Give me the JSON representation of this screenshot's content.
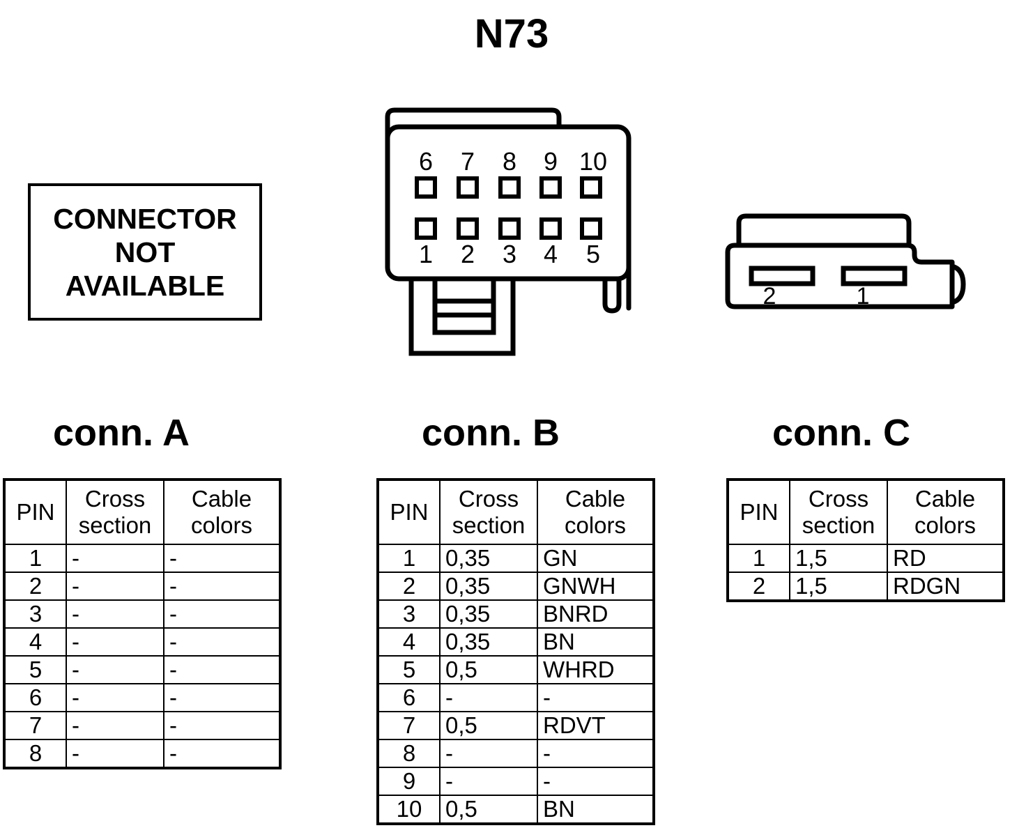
{
  "title": "N73",
  "graphics": {
    "not_available_box": {
      "lines": [
        "CONNECTOR",
        "NOT",
        "AVAILABLE"
      ]
    },
    "connector_b": {
      "type": "10-pin-connector",
      "top_row_labels": [
        "6",
        "7",
        "8",
        "9",
        "10"
      ],
      "bottom_row_labels": [
        "1",
        "2",
        "3",
        "4",
        "5"
      ]
    },
    "connector_c": {
      "type": "2-pin-connector",
      "slot_labels": [
        "2",
        "1"
      ]
    }
  },
  "headings": {
    "conn_a": "conn. A",
    "conn_b": "conn. B",
    "conn_c": "conn. C"
  },
  "table_headers": {
    "pin": "PIN",
    "cross_l1": "Cross",
    "cross_l2": "section",
    "color_l1": "Cable",
    "color_l2": "colors"
  },
  "tables": {
    "conn_a": {
      "rows": [
        {
          "pin": "1",
          "cross": "-",
          "color": "-"
        },
        {
          "pin": "2",
          "cross": "-",
          "color": "-"
        },
        {
          "pin": "3",
          "cross": "-",
          "color": "-"
        },
        {
          "pin": "4",
          "cross": "-",
          "color": "-"
        },
        {
          "pin": "5",
          "cross": "-",
          "color": "-"
        },
        {
          "pin": "6",
          "cross": "-",
          "color": "-"
        },
        {
          "pin": "7",
          "cross": "-",
          "color": "-"
        },
        {
          "pin": "8",
          "cross": "-",
          "color": "-"
        }
      ]
    },
    "conn_b": {
      "rows": [
        {
          "pin": "1",
          "cross": "0,35",
          "color": "GN"
        },
        {
          "pin": "2",
          "cross": "0,35",
          "color": "GNWH"
        },
        {
          "pin": "3",
          "cross": "0,35",
          "color": "BNRD"
        },
        {
          "pin": "4",
          "cross": "0,35",
          "color": "BN"
        },
        {
          "pin": "5",
          "cross": "0,5",
          "color": "WHRD"
        },
        {
          "pin": "6",
          "cross": "-",
          "color": "-"
        },
        {
          "pin": "7",
          "cross": "0,5",
          "color": "RDVT"
        },
        {
          "pin": "8",
          "cross": "-",
          "color": "-"
        },
        {
          "pin": "9",
          "cross": "-",
          "color": "-"
        },
        {
          "pin": "10",
          "cross": "0,5",
          "color": "BN"
        }
      ]
    },
    "conn_c": {
      "rows": [
        {
          "pin": "1",
          "cross": "1,5",
          "color": "RD"
        },
        {
          "pin": "2",
          "cross": "1,5",
          "color": "RDGN"
        }
      ]
    }
  },
  "colors": {
    "ink": "#000000",
    "paper": "#ffffff"
  }
}
